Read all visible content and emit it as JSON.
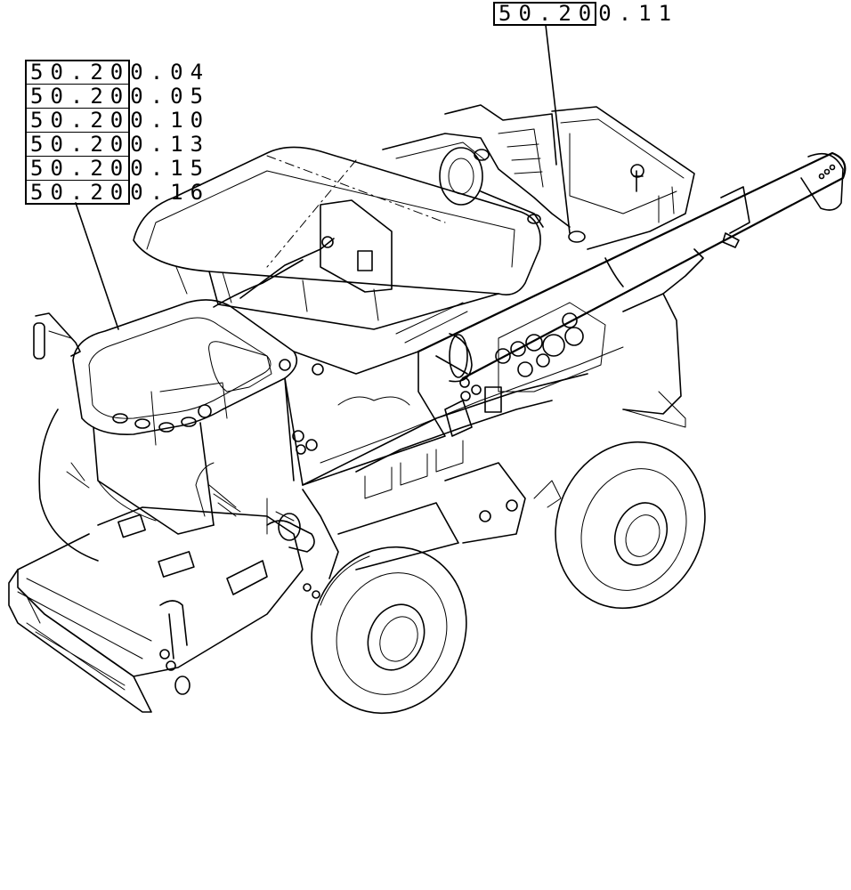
{
  "callouts": {
    "top": {
      "code": "50.200.11"
    },
    "left": [
      {
        "code": "50.200.04"
      },
      {
        "code": "50.200.05"
      },
      {
        "code": "50.200.10"
      },
      {
        "code": "50.200.13"
      },
      {
        "code": "50.200.15"
      },
      {
        "code": "50.200.16"
      }
    ]
  }
}
